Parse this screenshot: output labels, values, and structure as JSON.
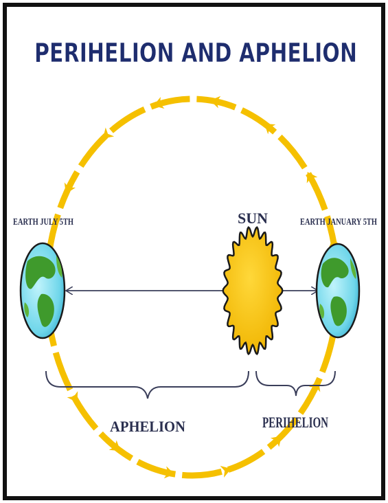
{
  "title": "PERIHELION AND APHELION",
  "labels": {
    "earth_left": "EARTH JULY 5TH",
    "earth_right": "EARTH JANUARY 5TH",
    "sun": "SUN",
    "aphelion": "APHELION",
    "perihelion": "PERIHELION"
  },
  "colors": {
    "border": "#111111",
    "title": "#1e2d6e",
    "orbit": "#f5c000",
    "sun_fill": "#f5c400",
    "sun_stroke": "#1a1a1a",
    "ocean": "#6fd6ea",
    "land": "#3f9a2c",
    "line": "#3a3e5a"
  }
}
